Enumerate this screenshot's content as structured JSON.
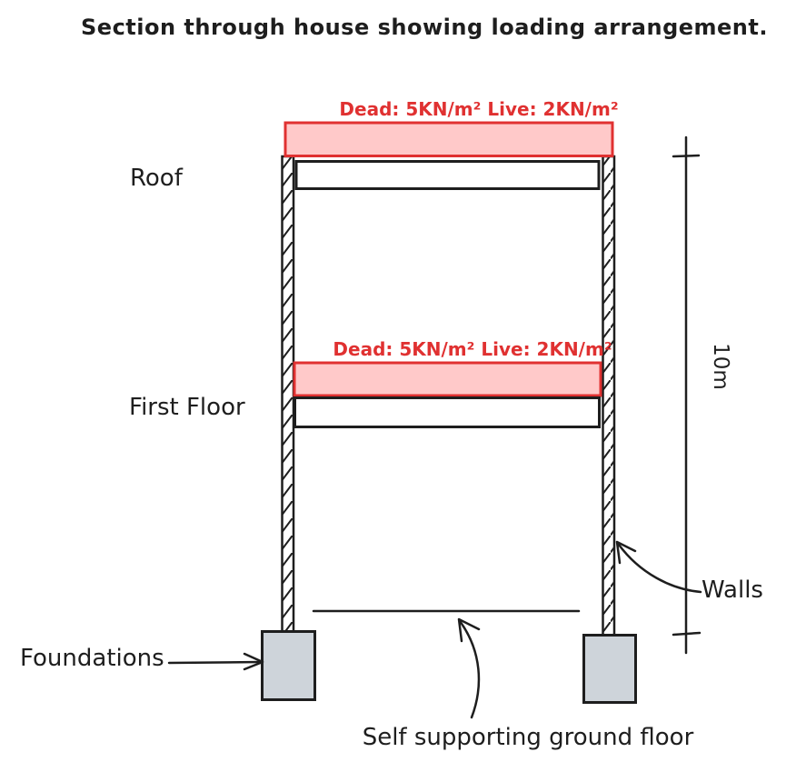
{
  "title": "Section through house showing loading arrangement.",
  "colors": {
    "ink": "#1e1e1e",
    "load_stroke": "#e03131",
    "load_fill": "#ffc9c9",
    "foundation_fill": "#ced4da",
    "bg": "#ffffff"
  },
  "loads": {
    "roof_label": "Dead: 5KN/m² Live: 2KN/m²",
    "first_floor_label": "Dead: 5KN/m² Live: 2KN/m²"
  },
  "labels": {
    "roof": "Roof",
    "first_floor": "First Floor",
    "foundations": "Foundations",
    "walls": "Walls",
    "ground_floor": "Self supporting ground floor",
    "dimension": "10m"
  }
}
